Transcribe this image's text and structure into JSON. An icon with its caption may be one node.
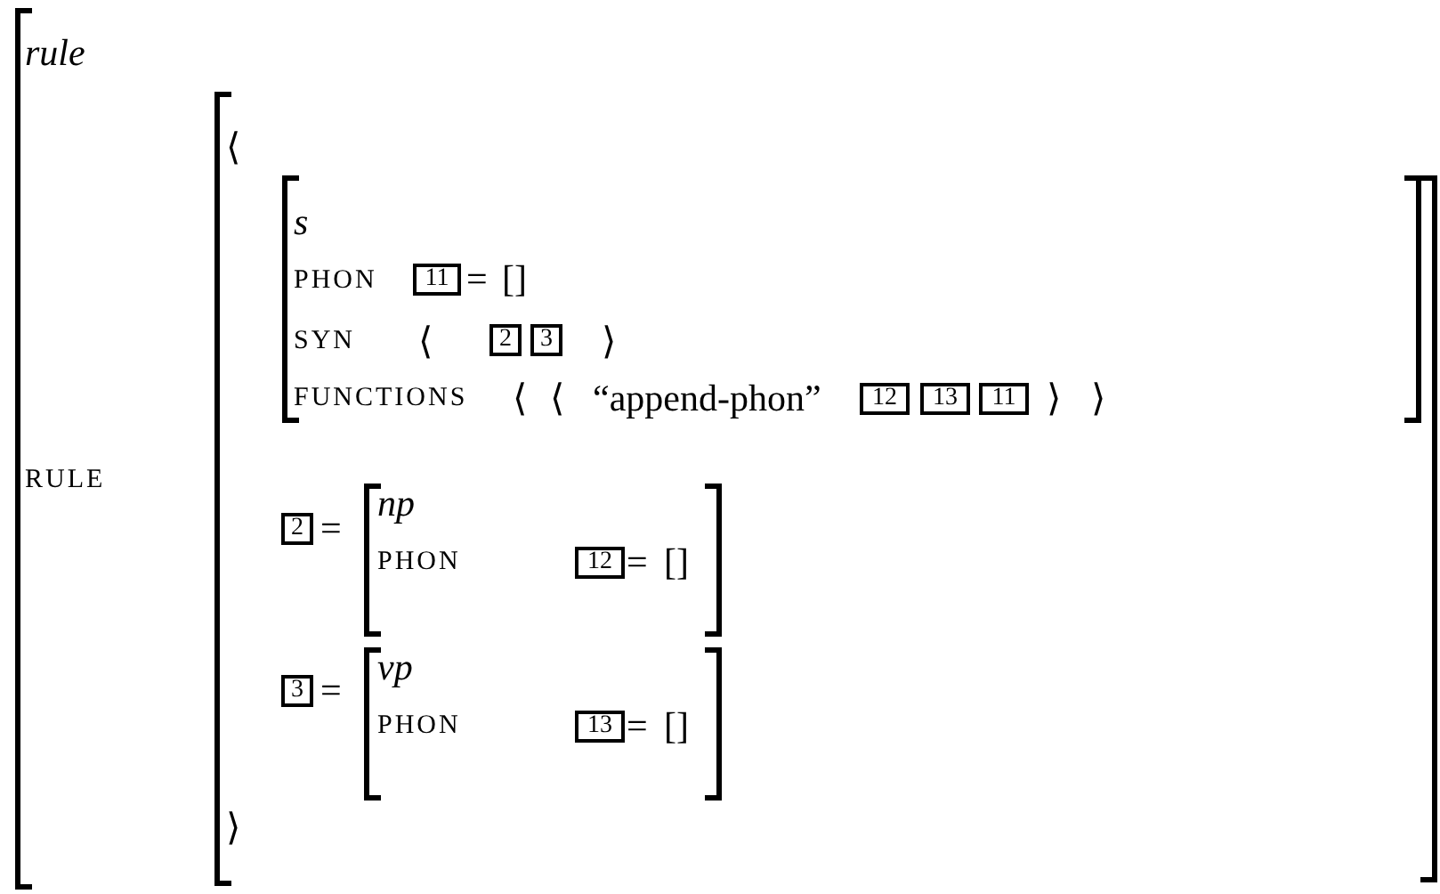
{
  "diagram": {
    "nodes": [
      {
        "text": [
          "11"
        ]
      },
      {
        "text": [
          "2"
        ]
      },
      {
        "text": [
          "3"
        ]
      },
      {
        "text": [
          "12"
        ]
      },
      {
        "text": [
          "13"
        ]
      },
      {
        "text": [
          "11"
        ]
      },
      {
        "text": [
          "2"
        ]
      },
      {
        "text": [
          "12"
        ]
      },
      {
        "text": [
          "3"
        ]
      },
      {
        "text": [
          "13"
        ]
      }
    ],
    "labels": [
      "rule",
      "⟨",
      "s",
      "PHON",
      "=",
      "[]",
      "SYN",
      "⟨",
      "⟩",
      "FUNCTIONS",
      "⟨",
      "⟨",
      "“append-phon”",
      "⟩",
      "⟩",
      "RULE",
      "=",
      "np",
      "PHON",
      "=",
      "[]",
      "=",
      "vp",
      "PHON",
      "=",
      "[]",
      "⟩"
    ]
  }
}
